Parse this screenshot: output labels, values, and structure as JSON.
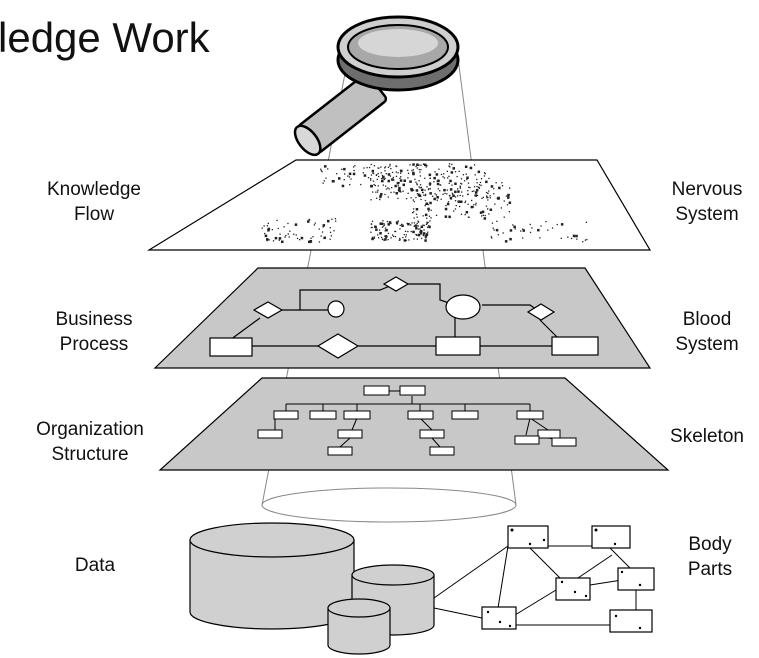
{
  "title": "ledge Work",
  "layers": [
    {
      "left_label": [
        "Knowledge",
        "Flow"
      ],
      "right_label": [
        "Nervous",
        "System"
      ]
    },
    {
      "left_label": [
        "Business",
        "Process"
      ],
      "right_label": [
        "Blood",
        "System"
      ]
    },
    {
      "left_label": [
        "Organization",
        "Structure"
      ],
      "right_label": [
        "Skeleton"
      ]
    },
    {
      "left_label": [
        "Data"
      ],
      "right_label": [
        "Body",
        "Parts"
      ]
    }
  ],
  "colors": {
    "plane_gray": "#c8c8c8",
    "plane_white": "#ffffff",
    "stroke": "#000000",
    "db_fill": "#d0d0d0",
    "lens": "#b8b8b8"
  }
}
